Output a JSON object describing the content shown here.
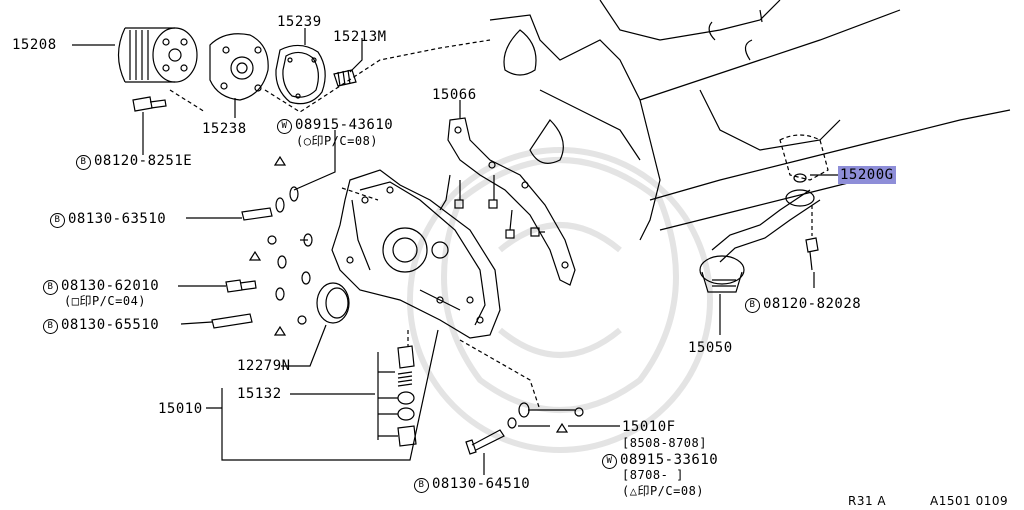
{
  "callouts": {
    "p15208": "15208",
    "p15239": "15239",
    "p15213m": "15213M",
    "p15238": "15238",
    "p08120_8251e": "08120-8251E",
    "p08915_43610": "08915-43610",
    "p08915_43610_note": "(○印P/C=08)",
    "p15066": "15066",
    "p15200g": "15200G",
    "p08130_63510": "08130-63510",
    "p08130_62010": "08130-62010",
    "p08130_62010_note": "(□印P/C=04)",
    "p08130_65510": "08130-65510",
    "p08120_82028": "08120-82028",
    "p15050": "15050",
    "p12279n": "12279N",
    "p15010": "15010",
    "p15132": "15132",
    "p15010f": "15010F",
    "p15010f_range": "[8508-8708]",
    "p08915_33610": "08915-33610",
    "p08915_33610_range": "[8708-  ]",
    "p08915_33610_note": "(△印P/C=08)",
    "p08130_64510": "08130-64510"
  },
  "markers": {
    "b": "B",
    "w": "W"
  },
  "footer": {
    "model": "R31 A",
    "ref": "A1501 0109"
  },
  "colors": {
    "highlight": "#8e8ed8",
    "line": "#000000",
    "watermark": "#e6e6e6"
  }
}
